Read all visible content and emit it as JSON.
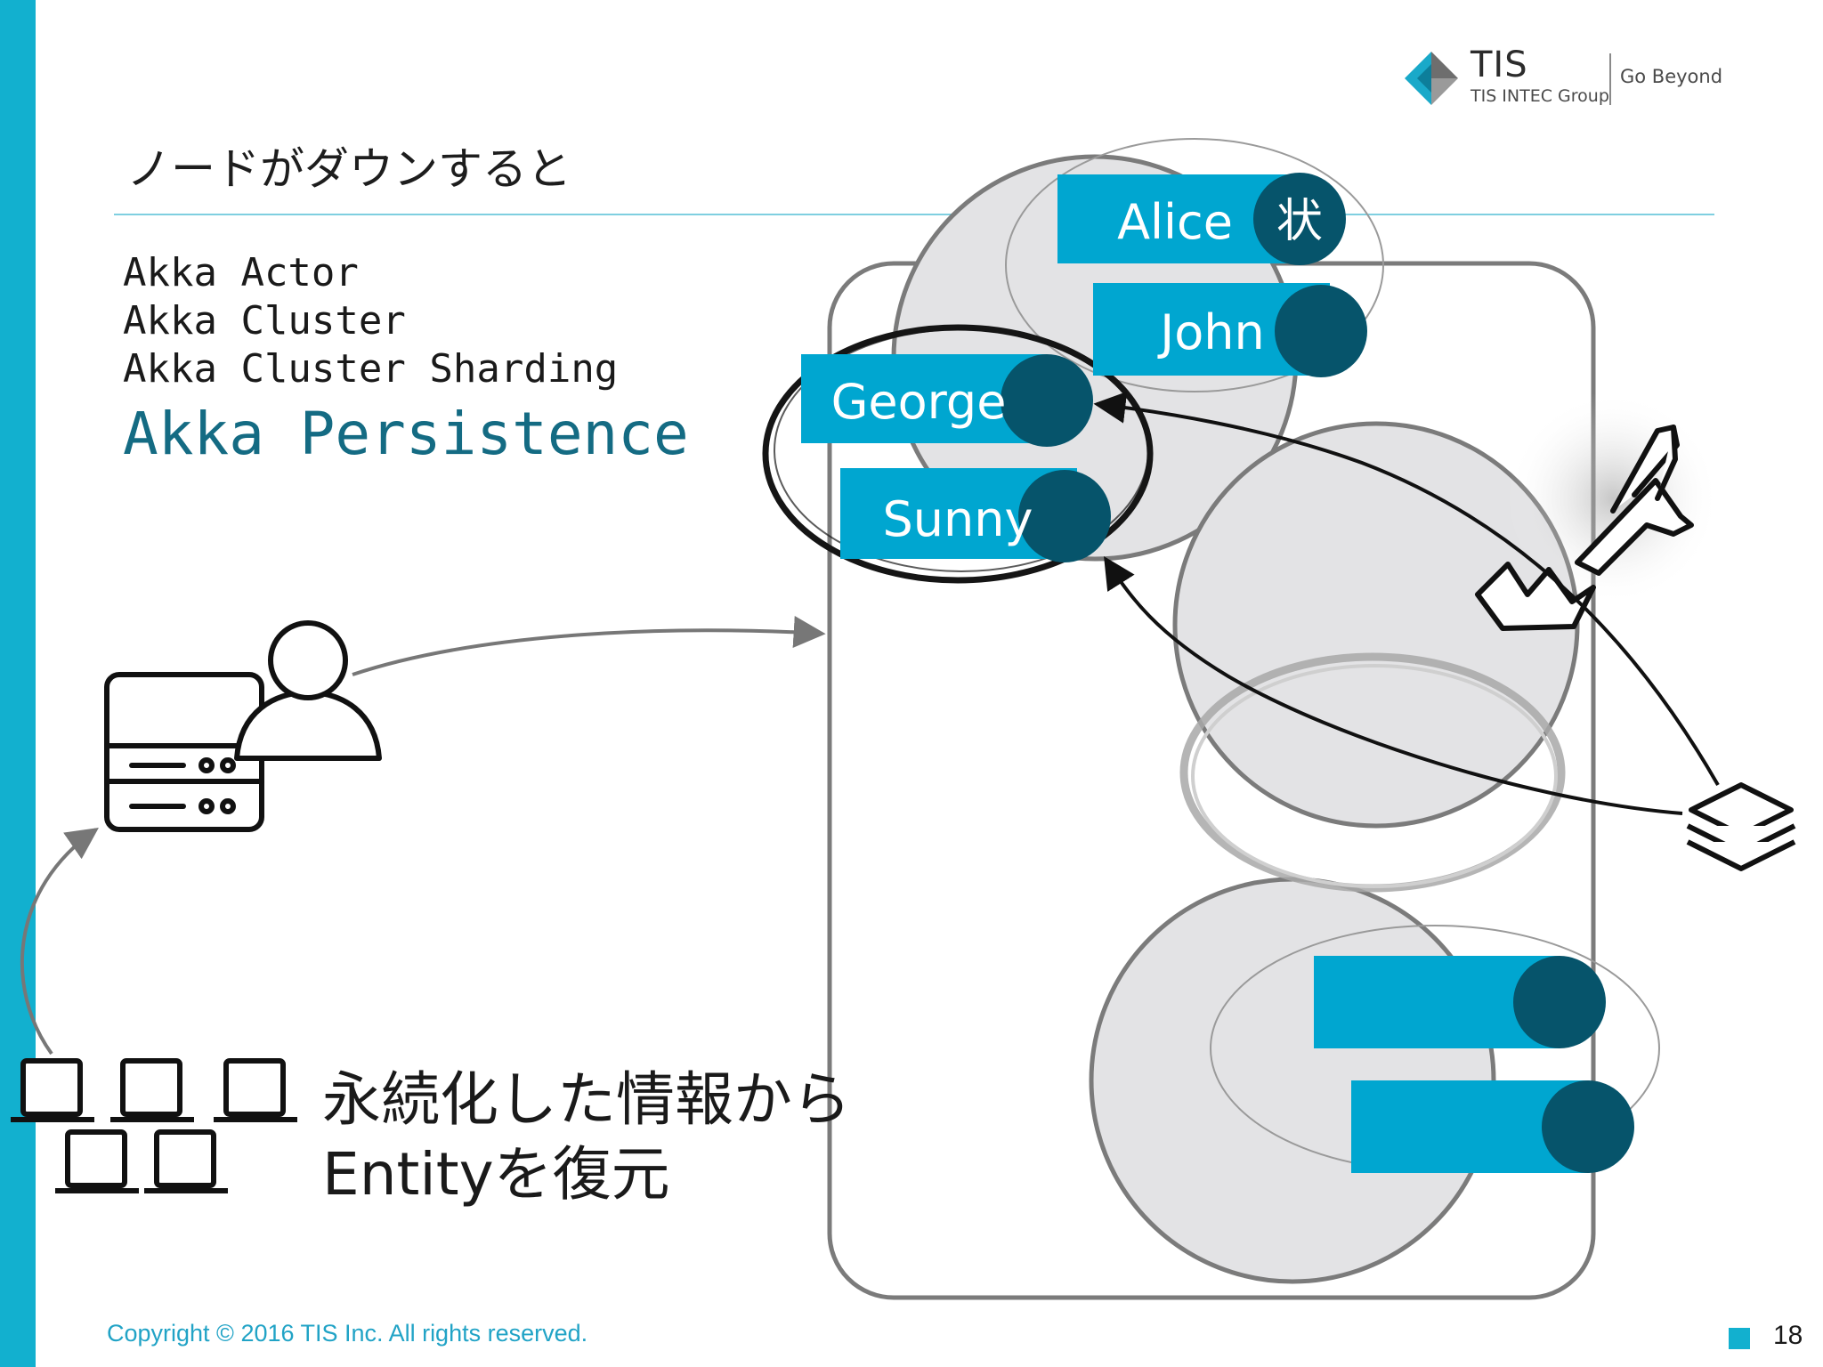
{
  "slide": {
    "title": "ノードがダウンすると",
    "topics": [
      "Akka Actor",
      "Akka Cluster",
      "Akka Cluster Sharding"
    ],
    "active_topic": "Akka Persistence",
    "caption_line1": "永続化した情報から",
    "caption_line2": "Entityを復元"
  },
  "logo": {
    "name": "TIS",
    "group": "TIS INTEC Group",
    "tagline": "Go Beyond"
  },
  "entities": {
    "alice": "Alice",
    "alice_state": "状",
    "john": "John",
    "george": "George",
    "sunny": "Sunny"
  },
  "footer": {
    "copyright": "Copyright © 2016 TIS Inc. All rights reserved.",
    "page": "18"
  },
  "colors": {
    "accent": "#12b0cf",
    "entity_fill": "#00a6d0",
    "entity_dot": "#06546b",
    "node_fill": "#e3e3e5",
    "active_topic": "#146b83"
  }
}
